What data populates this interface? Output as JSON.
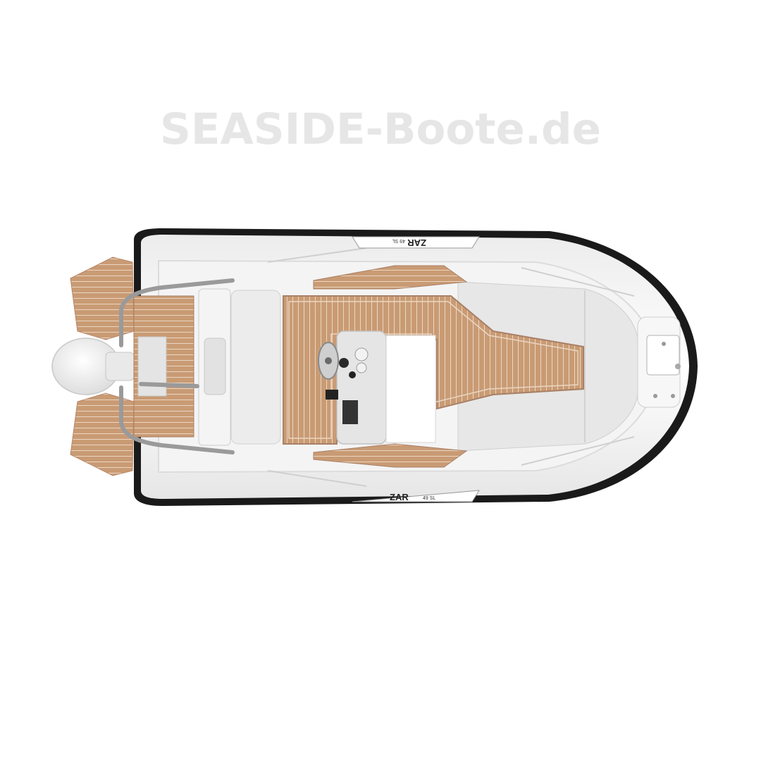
{
  "watermark": {
    "text": "SEASIDE-Boote.de"
  },
  "boat": {
    "badge_top": {
      "brand": "ZAR",
      "model": "49 SL"
    },
    "badge_bottom": {
      "brand": "ZAR",
      "model": "49 SL"
    }
  },
  "colors": {
    "hull": "#f6f6f6",
    "tube_outline": "#141414",
    "teak": "#c99b74",
    "teak_line": "#e8d2bd",
    "seat": "#ebebeb",
    "steel": "#9a9a9a"
  },
  "icons": [
    "outboard-motor-icon",
    "steering-wheel-icon",
    "throttle-icon",
    "gauge-icon"
  ]
}
